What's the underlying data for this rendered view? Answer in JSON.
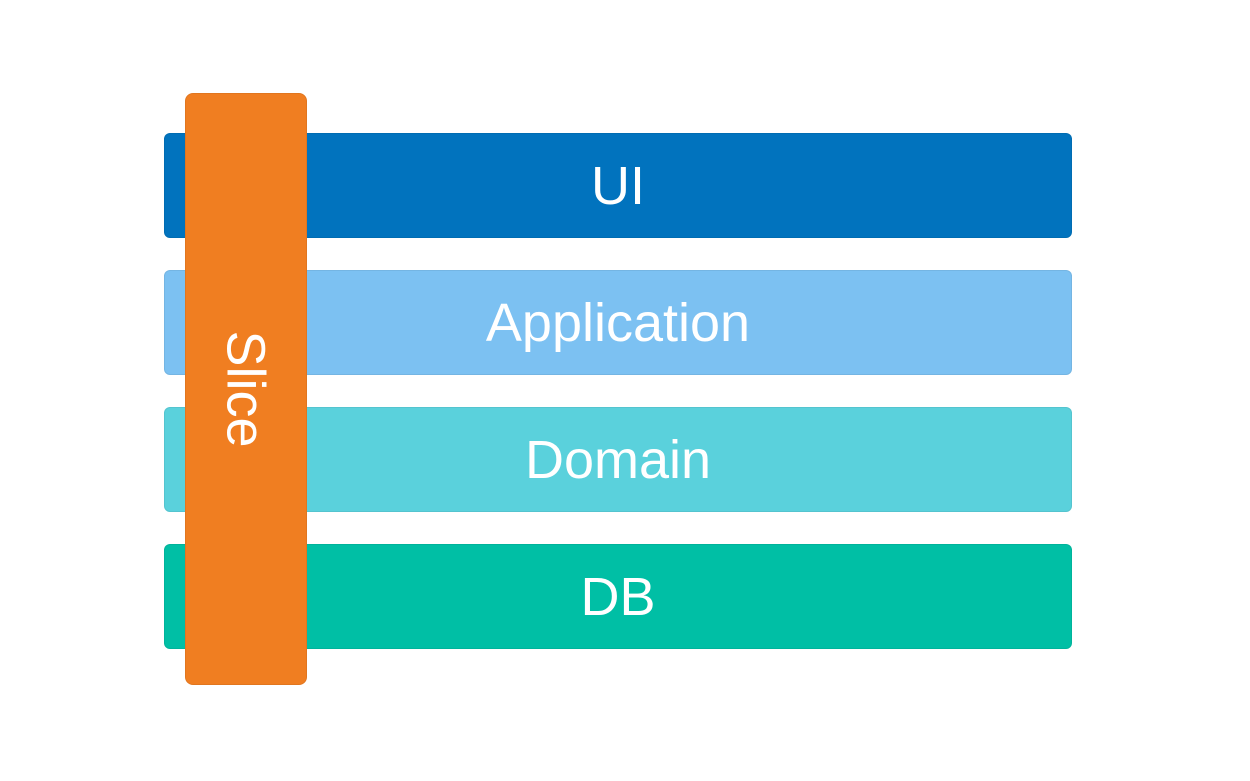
{
  "diagram": {
    "name": "layered-architecture-vertical-slice",
    "background": "#ffffff",
    "text_color": "#ffffff",
    "layers": [
      {
        "label": "UI",
        "color": "#0173BE"
      },
      {
        "label": "Application",
        "color": "#7CC1F2"
      },
      {
        "label": "Domain",
        "color": "#5AD1DC"
      },
      {
        "label": "DB",
        "color": "#00BFA5"
      }
    ],
    "slice": {
      "label": "Slice",
      "color": "#F07E21"
    }
  }
}
